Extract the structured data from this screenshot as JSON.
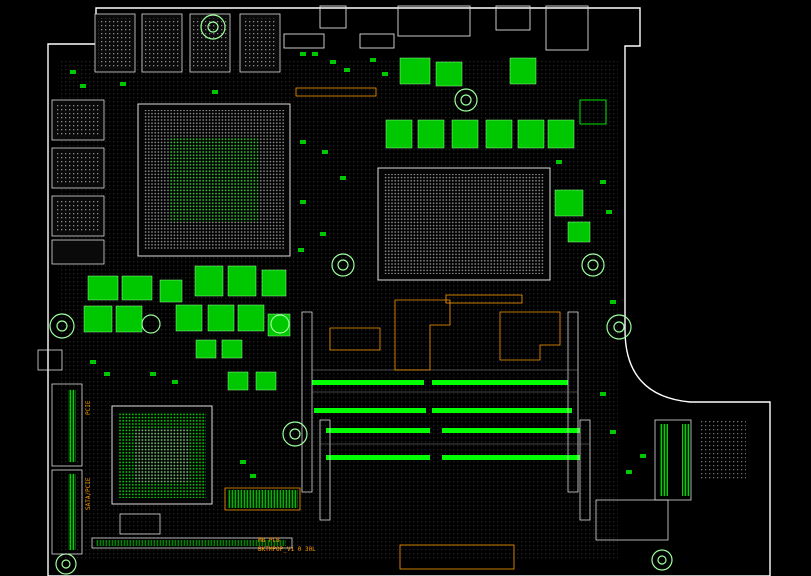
{
  "board": {
    "label_line1": "MB PCB",
    "label_line2": "BKTMPOP_V1 0 30L",
    "connector_left_1": "PCIE",
    "connector_left_2": "SATA/PCIE"
  },
  "colors": {
    "background": "#000000",
    "outline": "#ffffff",
    "copper": "#00d400",
    "silkscreen": "#ff9a00",
    "grid_dots": "#9a9a9a"
  }
}
